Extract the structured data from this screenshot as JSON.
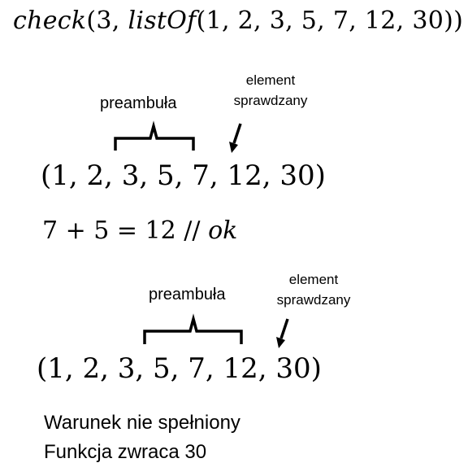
{
  "formula": {
    "func": "check",
    "args": "3, ",
    "list_fn": "listOf",
    "list_args": "(1, 2, 3, 5, 7, 12, 30))",
    "open_paren": "("
  },
  "example1": {
    "preamble_label": "preambuła",
    "checked_label_line1": "element",
    "checked_label_line2": "sprawdzany",
    "sequence": "(1, 2, 3, 5, 7, 12, 30)",
    "equation": "7 + 5 = 12 // ",
    "equation_ok": "ok"
  },
  "example2": {
    "preamble_label": "preambuła",
    "checked_label_line1": "element",
    "checked_label_line2": "sprawdzany",
    "sequence": "(1, 2, 3, 5, 7, 12, 30)"
  },
  "result": {
    "line1": "Warunek nie spełniony",
    "line2": "Funkcja zwraca 30"
  }
}
